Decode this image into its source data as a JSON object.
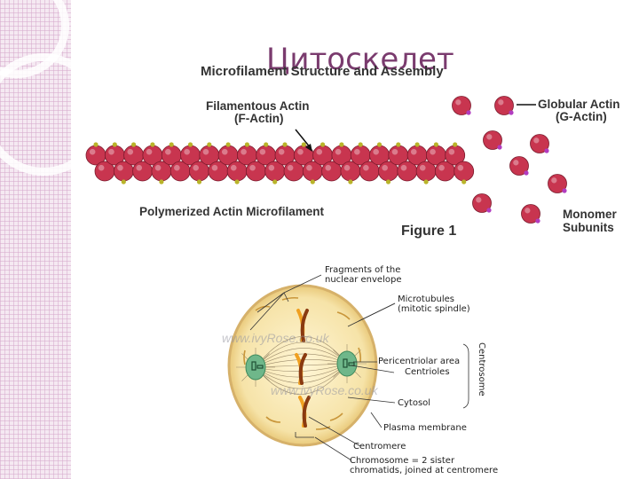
{
  "slide": {
    "title": "Цитоскелет"
  },
  "figure1": {
    "heading": "Microfilament Structure and Assembly",
    "f_actin_line1": "Filamentous Actin",
    "f_actin_line2": "(F-Actin)",
    "g_actin_line1": "Globular Actin",
    "g_actin_line2": "(G-Actin)",
    "polymer_label": "Polymerized Actin Microfilament",
    "figure_label": "Figure 1",
    "monomer_line1": "Monomer",
    "monomer_line2": "Subunits",
    "actin_color": "#c8354f",
    "atp_color": "#b9b42a",
    "adp_color": "#b13cc0"
  },
  "figure2": {
    "labels": {
      "fragments_line1": "Fragments of the",
      "fragments_line2": "nuclear envelope",
      "microtubules_line1": "Microtubules",
      "microtubules_line2": "(mitotic spindle)",
      "pericentriolar": "Pericentriolar area",
      "centrioles": "Centrioles",
      "centrosome": "Centrosome",
      "cytosol": "Cytosol",
      "plasma_membrane": "Plasma membrane",
      "centromere": "Centromere",
      "chromosome_line1": "Chromosome = 2 sister",
      "chromosome_line2": "chromatids, joined at centromere"
    },
    "watermark_1": "www.ivyRose.co.uk",
    "watermark_2": "www.ivyRose.co.uk",
    "cell_color": "#f6e3a8",
    "centrosome_color": "#6fb78a",
    "chromatid_colors": [
      "#f0a020",
      "#8a3a10"
    ]
  }
}
